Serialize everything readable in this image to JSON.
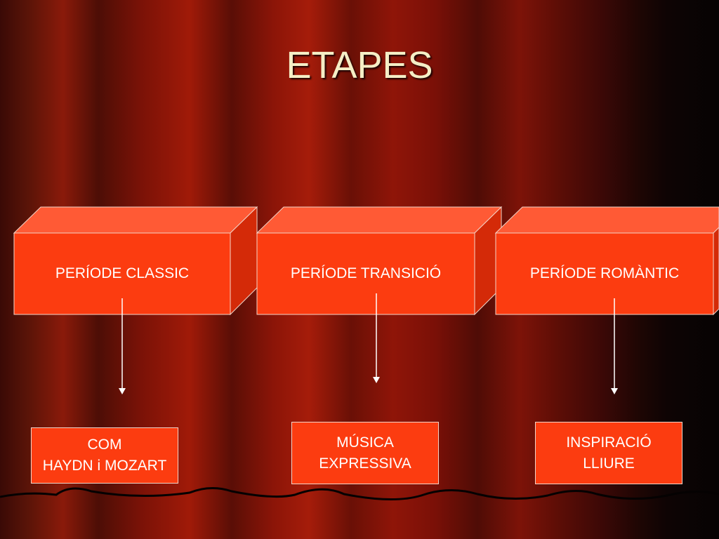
{
  "title": "ETAPES",
  "stages": [
    {
      "label": "PERÍODE CLASSIC",
      "result_lines": [
        "COM",
        "HAYDN i MOZART"
      ]
    },
    {
      "label": "PERÍODE TRANSICIÓ",
      "result_lines": [
        "MÚSICA",
        "EXPRESSIVA"
      ]
    },
    {
      "label": "PERÍODE ROMÀNTIC",
      "result_lines": [
        "INSPIRACIÓ",
        "LLIURE"
      ]
    }
  ],
  "colors": {
    "box_front": "#fc3c10",
    "box_top": "#ff5a35",
    "box_side": "#d42a08",
    "arrow": "#ffffff",
    "title": "#f5eec6"
  }
}
